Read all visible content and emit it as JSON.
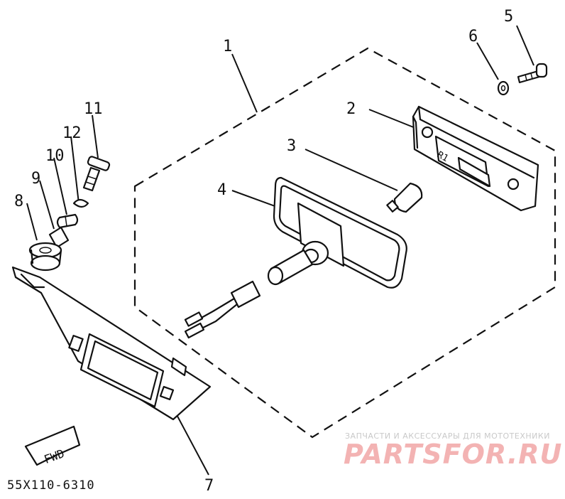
{
  "callouts": {
    "c1": "1",
    "c2": "2",
    "c3": "3",
    "c4": "4",
    "c5": "5",
    "c6": "6",
    "c7": "7",
    "c8": "8",
    "c9": "9",
    "c10": "10",
    "c11": "11",
    "c12": "12"
  },
  "fwd_label": "FWD",
  "lens_mark": "R1",
  "part_code": "55X110-6310",
  "watermark": {
    "tagline": "ЗАПЧАСТИ И АКСЕССУАРЫ ДЛЯ МОТОТЕХНИКИ",
    "logo": "PARTSFOR.RU",
    "logo_color": "#f3b3b3"
  }
}
